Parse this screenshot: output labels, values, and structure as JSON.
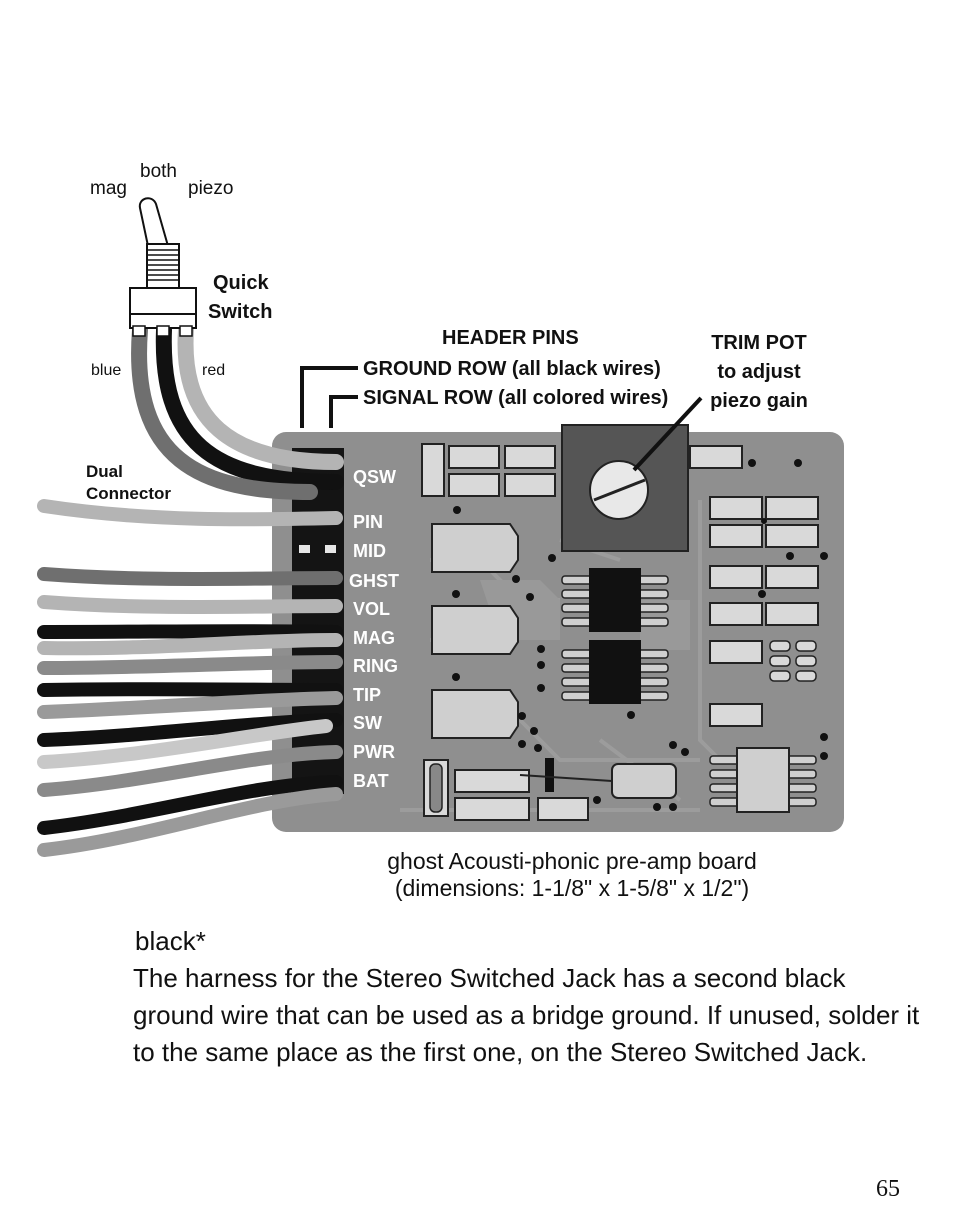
{
  "switch": {
    "pos_left": "mag",
    "pos_center": "both",
    "pos_right": "piezo",
    "title_line1": "Quick",
    "title_line2": "Switch",
    "wire_left": "blue",
    "wire_right": "red"
  },
  "dual_connector": {
    "line1": "Dual",
    "line2": "Connector"
  },
  "header_pins": {
    "title": "HEADER PINS",
    "ground_row": "GROUND ROW (all black wires)",
    "signal_row": "SIGNAL ROW (all colored wires)"
  },
  "trim_pot": {
    "line1": "TRIM POT",
    "line2": "to adjust",
    "line3": "piezo gain"
  },
  "pins": [
    "QSW",
    "PIN",
    "MID",
    "GHST",
    "VOL",
    "MAG",
    "RING",
    "TIP",
    "SW",
    "PWR",
    "BAT"
  ],
  "caption": {
    "line1": "ghost Acousti-phonic pre-amp board",
    "line2": "(dimensions: 1-1/8\" x 1-5/8\" x 1/2\")"
  },
  "note": {
    "heading": "black*",
    "body": "The harness for the Stereo Switched Jack has a second black ground wire that can be used as a bridge ground. If unused, solder it to the same place as the first one, on the Stereo Switched Jack."
  },
  "page_number": "65",
  "colors": {
    "board": "#8f8f8f",
    "board_dark": "#7a7a7a",
    "wire_black": "#111111",
    "wire_dark_gray": "#6f6f6f",
    "wire_light_gray": "#b4b4b4",
    "header": "#141414"
  }
}
